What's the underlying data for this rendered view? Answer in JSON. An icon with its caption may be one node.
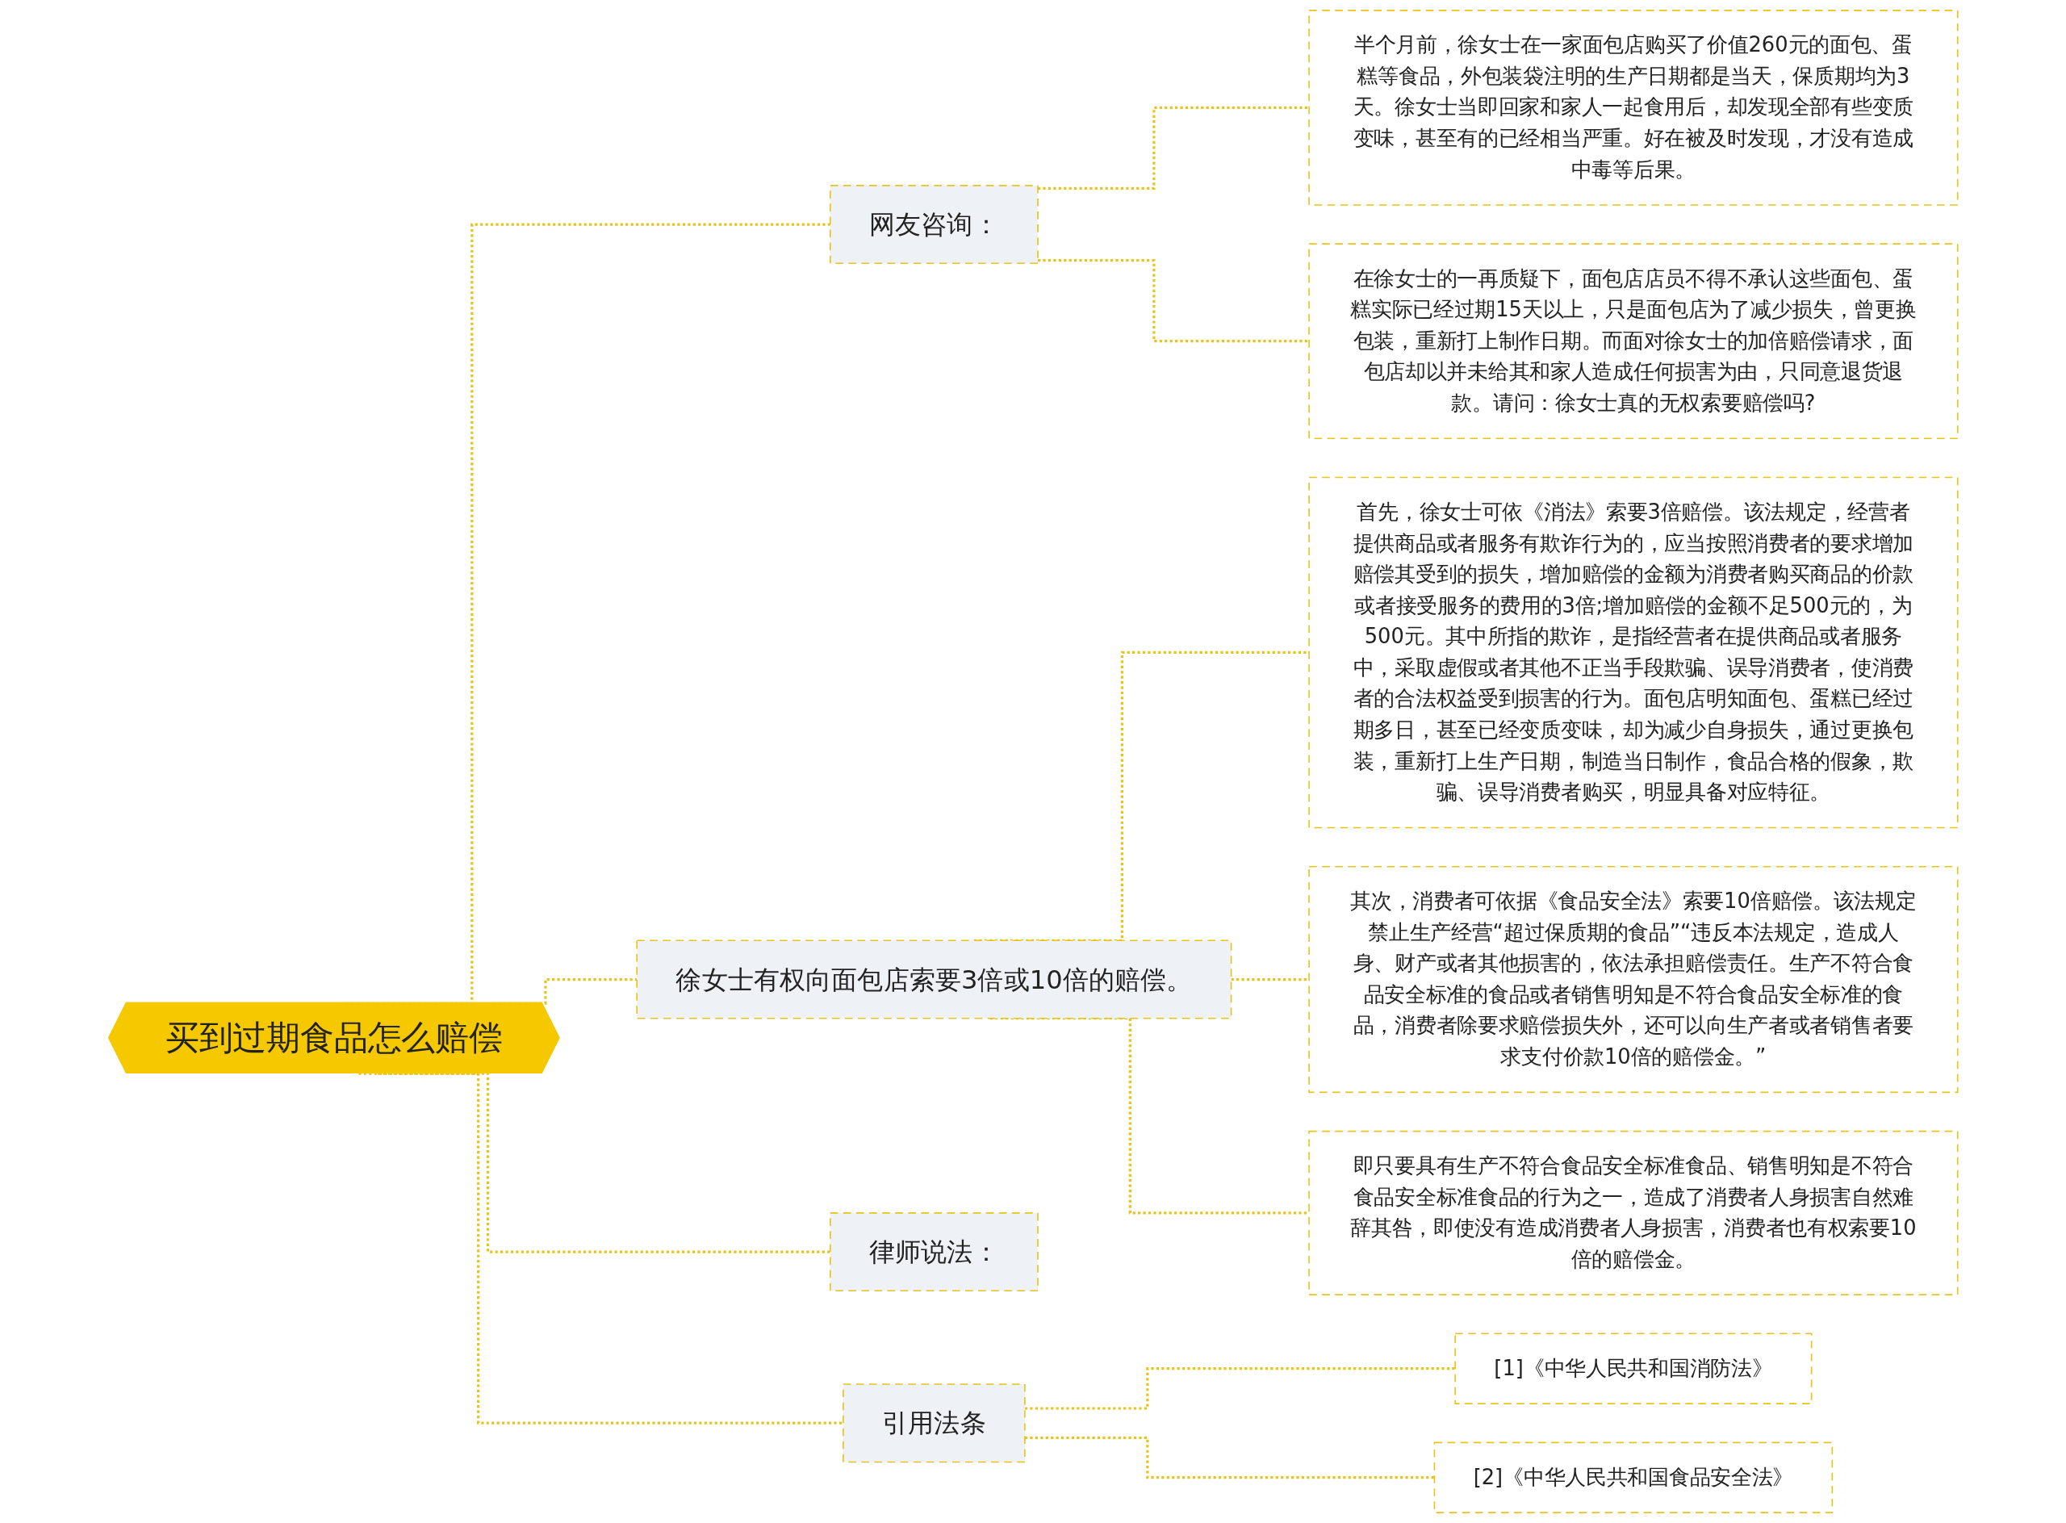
{
  "diagram": {
    "nodes": [
      {
        "text": [
          "买到过期食品怎么赔偿"
        ]
      },
      {
        "text": [
          "网友咨询："
        ]
      },
      {
        "text": [
          "半个月前，徐女士在一家面包店购买了价值260元的面包、蛋糕等食品，外包装袋注明的生产日期都是当天，保质期均为3天。徐女士当即回家和家人一起食用后，却发现全部有些变质变味，甚至有的已经相当严重。好在被及时发现，才没有造成中毒等后果。"
        ]
      },
      {
        "text": [
          "在徐女士的一再质疑下，面包店店员不得不承认这些面包、蛋糕实际已经过期15天以上，只是面包店为了减少损失，曾更换包装，重新打上制作日期。而面对徐女士的加倍赔偿请求，面包店却以并未给其和家人造成任何损害为由，只同意退货退款。请问：徐女士真的无权索要赔偿吗?"
        ]
      },
      {
        "text": [
          "徐女士有权向面包店索要3倍或10倍的赔偿。"
        ]
      },
      {
        "text": [
          "首先，徐女士可依《消法》索要3倍赔偿。该法规定，经营者提供商品或者服务有欺诈行为的，应当按照消费者的要求增加赔偿其受到的损失，增加赔偿的金额为消费者购买商品的价款或者接受服务的费用的3倍;增加赔偿的金额不足500元的，为500元。其中所指的欺诈，是指经营者在提供商品或者服务中，采取虚假或者其他不正当手段欺骗、误导消费者，使消费者的合法权益受到损害的行为。面包店明知面包、蛋糕已经过期多日，甚至已经变质变味，却为减少自身损失，通过更换包装，重新打上生产日期，制造当日制作，食品合格的假象，欺骗、误导消费者购买，明显具备对应特征。"
        ]
      },
      {
        "text": [
          "其次，消费者可依据《食品安全法》索要10倍赔偿。该法规定禁止生产经营“超过保质期的食品”“违反本法规定，造成人身、财产或者其他损害的，依法承担赔偿责任。生产不符合食品安全标准的食品或者销售明知是不符合食品安全标准的食品，消费者除要求赔偿损失外，还可以向生产者或者销售者要求支付价款10倍的赔偿金。”"
        ]
      },
      {
        "text": [
          "即只要具有生产不符合食品安全标准食品、销售明知是不符合食品安全标准食品的行为之一，造成了消费者人身损害自然难辞其咎，即使没有造成消费者人身损害，消费者也有权索要10倍的赔偿金。"
        ]
      },
      {
        "text": [
          "律师说法："
        ]
      },
      {
        "text": [
          "引用法条"
        ]
      },
      {
        "text": [
          "[1]《中华人民共和国消防法》"
        ]
      },
      {
        "text": [
          "[2]《中华人民共和国食品安全法》"
        ]
      }
    ],
    "edges": [
      {
        "from": 0,
        "to": 1,
        "arrow": "none",
        "style": "dashed"
      },
      {
        "from": 1,
        "to": 2,
        "arrow": "none",
        "style": "dashed"
      },
      {
        "from": 1,
        "to": 3,
        "arrow": "none",
        "style": "dashed"
      },
      {
        "from": 0,
        "to": 4,
        "arrow": "none",
        "style": "dashed"
      },
      {
        "from": 4,
        "to": 5,
        "arrow": "none",
        "style": "dashed"
      },
      {
        "from": 4,
        "to": 6,
        "arrow": "none",
        "style": "dashed"
      },
      {
        "from": 4,
        "to": 7,
        "arrow": "none",
        "style": "dashed"
      },
      {
        "from": 0,
        "to": 8,
        "arrow": "none",
        "style": "dashed"
      },
      {
        "from": 0,
        "to": 9,
        "arrow": "none",
        "style": "dashed"
      },
      {
        "from": 9,
        "to": 10,
        "arrow": "none",
        "style": "dashed"
      },
      {
        "from": 9,
        "to": 11,
        "arrow": "none",
        "style": "dashed"
      }
    ]
  }
}
